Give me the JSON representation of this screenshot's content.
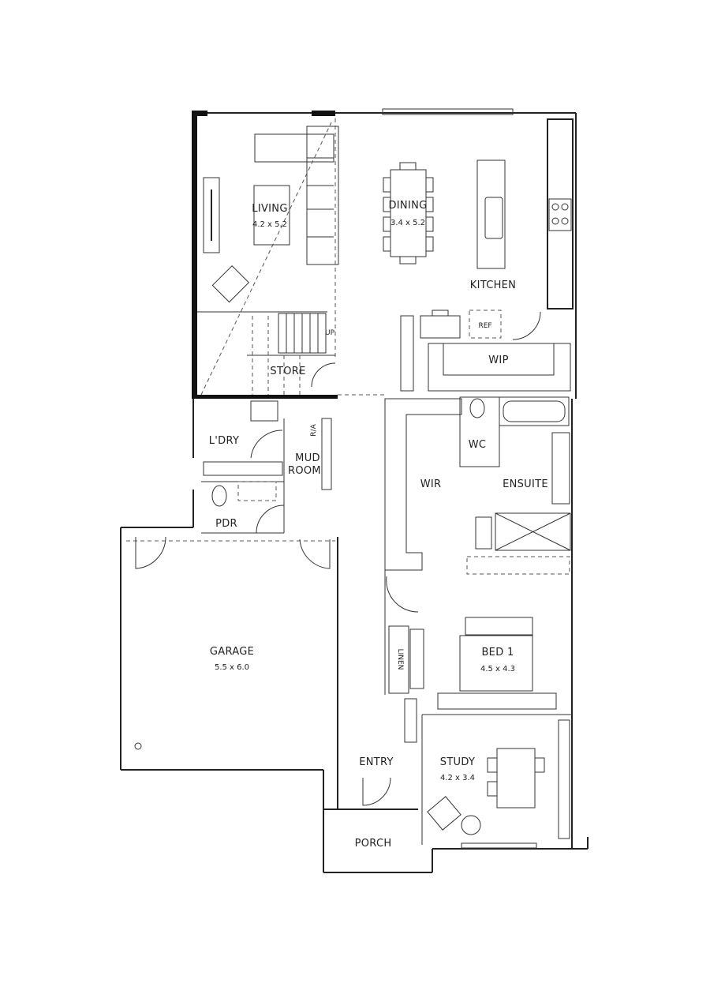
{
  "rooms": {
    "living": {
      "name": "LIVING",
      "size": "4.2 x 5.2"
    },
    "dining": {
      "name": "DINING",
      "size": "3.4 x 5.2"
    },
    "kitchen": {
      "name": "KITCHEN"
    },
    "ref": {
      "name": "REF"
    },
    "wip": {
      "name": "WIP"
    },
    "store": {
      "name": "STORE"
    },
    "laundry": {
      "name": "L'DRY"
    },
    "mudroom": {
      "name_line1": "MUD",
      "name_line2": "ROOM"
    },
    "ra": {
      "name": "R/A"
    },
    "pdr": {
      "name": "PDR"
    },
    "wc": {
      "name": "WC"
    },
    "ensuite": {
      "name": "ENSUITE"
    },
    "wir": {
      "name": "WIR"
    },
    "linen": {
      "name": "LINEN"
    },
    "bed1": {
      "name": "BED 1",
      "size": "4.5 x 4.3"
    },
    "garage": {
      "name": "GARAGE",
      "size": "5.5 x 6.0"
    },
    "entry": {
      "name": "ENTRY"
    },
    "study": {
      "name": "STUDY",
      "size": "4.2 x 3.4"
    },
    "porch": {
      "name": "PORCH"
    }
  },
  "stairs": {
    "up_label": "UP"
  }
}
